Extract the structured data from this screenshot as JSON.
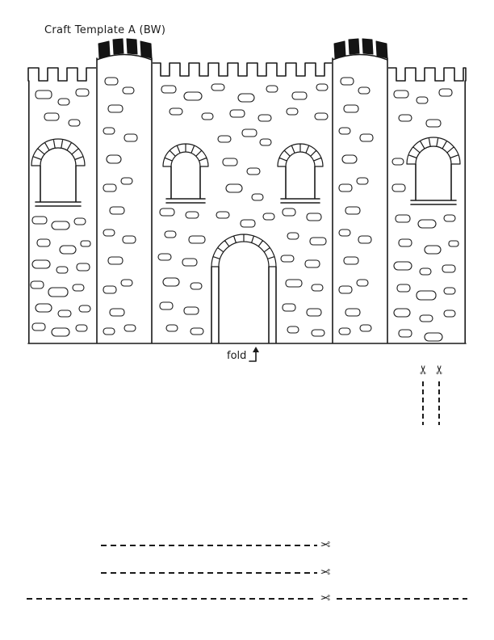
{
  "page": {
    "title": "Craft Template A (BW)"
  },
  "castle": {
    "fold_label": "fold"
  },
  "icons": {
    "scissors": "✂",
    "fold_arrow": "up-arrow-with-base"
  },
  "colors": {
    "ink": "#1a1a1a",
    "paper": "#ffffff"
  }
}
